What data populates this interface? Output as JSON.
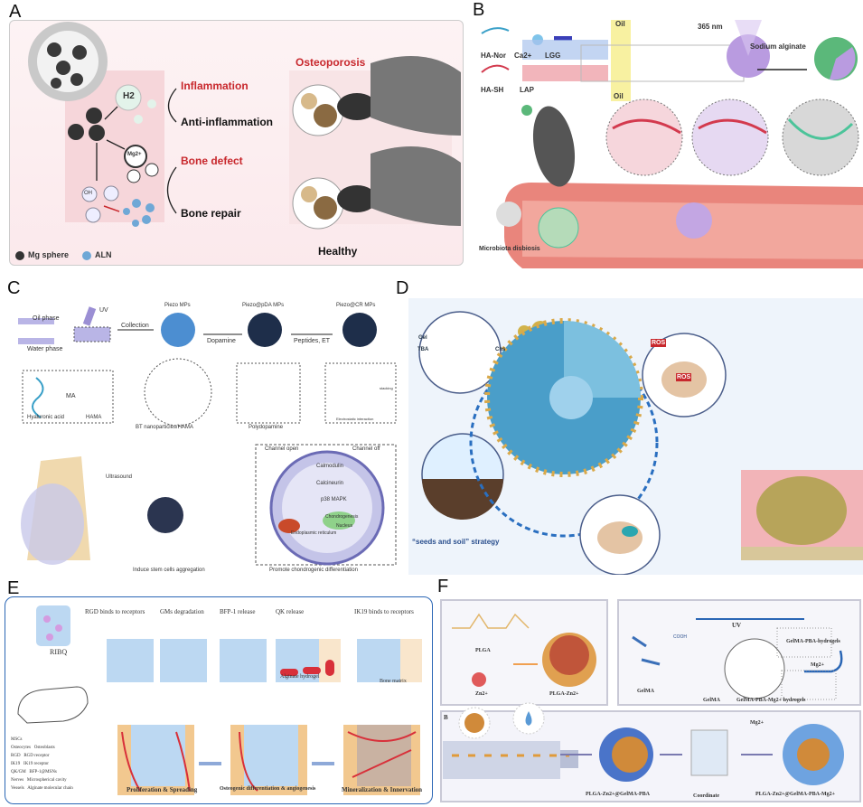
{
  "panels": {
    "A": {
      "label": "A",
      "h2": "H2",
      "mg": "Mg2+",
      "oh": "OH",
      "inflammation": "Inflammation",
      "anti_inflammation": "Anti-inflammation",
      "bone_defect": "Bone defect",
      "bone_repair": "Bone repair",
      "osteoporosis": "Osteoporosis",
      "healthy": "Healthy",
      "legend": [
        "Mg sphere",
        "ALN"
      ]
    },
    "B": {
      "label": "B",
      "ha_nor": "HA-Nor",
      "ca": "Ca2+",
      "lgg": "LGG",
      "ha_sh": "HA-SH",
      "lap": "LAP",
      "oil_top": "Oil",
      "oil_bottom": "Oil",
      "uv": "365 nm",
      "sodium_alginate": "Sodium alginate",
      "microbiota": "Microbiota disbiosis"
    },
    "C": {
      "label": "C",
      "oil_phase": "Oil phase",
      "water_phase": "Water phase",
      "uv": "UV",
      "collection": "Collection",
      "piezo": "Piezo MPs",
      "piezo_pda": "Piezo@pDA MPs",
      "piezo_cr": "Piezo@CR MPs",
      "dopamine": "Dopamine",
      "peptides": "Peptides, ET",
      "ma": "MA",
      "hyaluronic": "Hyaluronic acid",
      "hama": "HAMA",
      "bt": "BT nanoparticles/HAMA",
      "polydopamine": "Polydopamine",
      "stacking": "stacking",
      "electrostatic": "Electrostatic interaction",
      "ultrasound": "Ultrasound",
      "induce": "Induce stem cells aggregation",
      "promote": "Promote chondrogenic differentiation",
      "channel_open": "Channel open",
      "channel_off": "Channel off",
      "calmodulin": "Calmodulin",
      "calcineurin": "Calcineurin",
      "p38": "p38 MAPK",
      "chondrogenesis": "Chondrogenesis",
      "nucleus": "Nucleus",
      "er": "Endoplasmic reticulum"
    },
    "D": {
      "label": "D",
      "gel": "Gel",
      "tba": "TBA",
      "chs": "Chs",
      "ros1": "ROS",
      "ros2": "ROS",
      "strategy": "“seeds and soil” strategy"
    },
    "E": {
      "label": "E",
      "steps": [
        "RGD binds to receptors",
        "GMs degradation",
        "BFP-1 release",
        "QK release",
        "IK19 binds to receptors"
      ],
      "ribq": "RIBQ",
      "alginate_hydrogel": "Alginate hydrogel",
      "bone_matrix": "Bone matrix",
      "legend": [
        "MSCs",
        "Osteocytes",
        "Osteoblasts",
        "RGD",
        "RGD receptor",
        "IK19",
        "IK19 receptor",
        "QK/GM",
        "BFP-1@MSNs",
        "Nerves",
        "Microspherical cavity",
        "Vessels",
        "Alginate molecular chain"
      ],
      "stages": [
        "Proliferation & Spreading",
        "Osteogenic differentiation & angiogenesis",
        "Mineralization & Innervation"
      ]
    },
    "F": {
      "label": "F",
      "plga": "PLGA",
      "zn": "Zn2+",
      "plga_zn": "PLGA-Zn2+",
      "gelma": "GelMA",
      "cooh": "COOH",
      "uv": "UV",
      "gelma_pba": "GelMA-PBA-hydrogels",
      "mg": "Mg2+",
      "gelma2": "GelMA",
      "gelma_pba_mg": "GelMA-PBA-Mg2+ hydrogels",
      "sub_b": "B",
      "step1": "PLGA-Zn2+@GelMA-PBA",
      "coordinate": "Coordinate",
      "mg2": "Mg2+",
      "step3": "PLGA-Zn2+@GelMA-PBA-Mg2+"
    }
  },
  "colors": {
    "red": "#c8282d",
    "pinkBg": "#fbeef0",
    "blueBg": "#eef4fb",
    "panelE": "#2a66b5"
  }
}
